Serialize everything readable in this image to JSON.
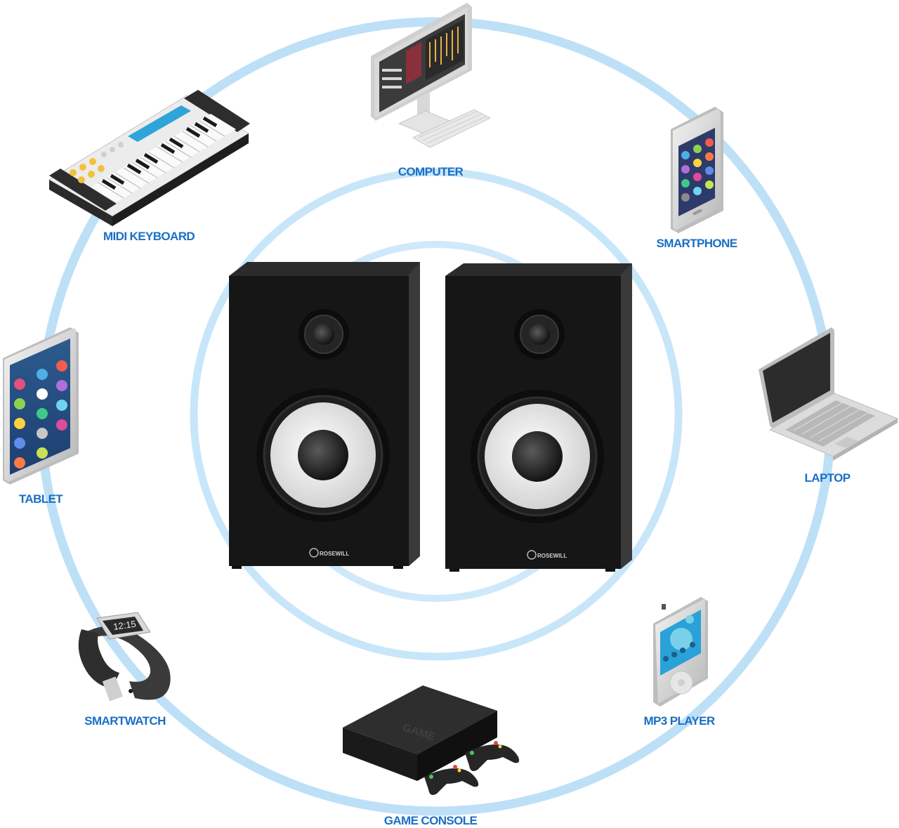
{
  "colors": {
    "accent": "#1a6fc4",
    "ring": "#bde0f7",
    "speaker_body": "#161616",
    "speaker_side": "#2a2a2a",
    "woofer_cone": "#e6e6e6"
  },
  "devices": [
    {
      "id": "computer",
      "label": "COMPUTER",
      "icon": "computer-icon"
    },
    {
      "id": "smartphone",
      "label": "SMARTPHONE",
      "icon": "smartphone-icon"
    },
    {
      "id": "laptop",
      "label": "LAPTOP",
      "icon": "laptop-icon"
    },
    {
      "id": "mp3_player",
      "label": "MP3 PLAYER",
      "icon": "mp3-player-icon"
    },
    {
      "id": "game_console",
      "label": "GAME CONSOLE",
      "icon": "game-console-icon"
    },
    {
      "id": "smartwatch",
      "label": "SMARTWATCH",
      "icon": "smartwatch-icon"
    },
    {
      "id": "tablet",
      "label": "TABLET",
      "icon": "tablet-icon"
    },
    {
      "id": "midi_keyboard",
      "label": "MIDI KEYBOARD",
      "icon": "midi-keyboard-icon"
    }
  ],
  "center": {
    "brand": "ROSEWILL",
    "speaker_count": 2
  },
  "console_lettering": "GAME",
  "watch_time": "12:15"
}
